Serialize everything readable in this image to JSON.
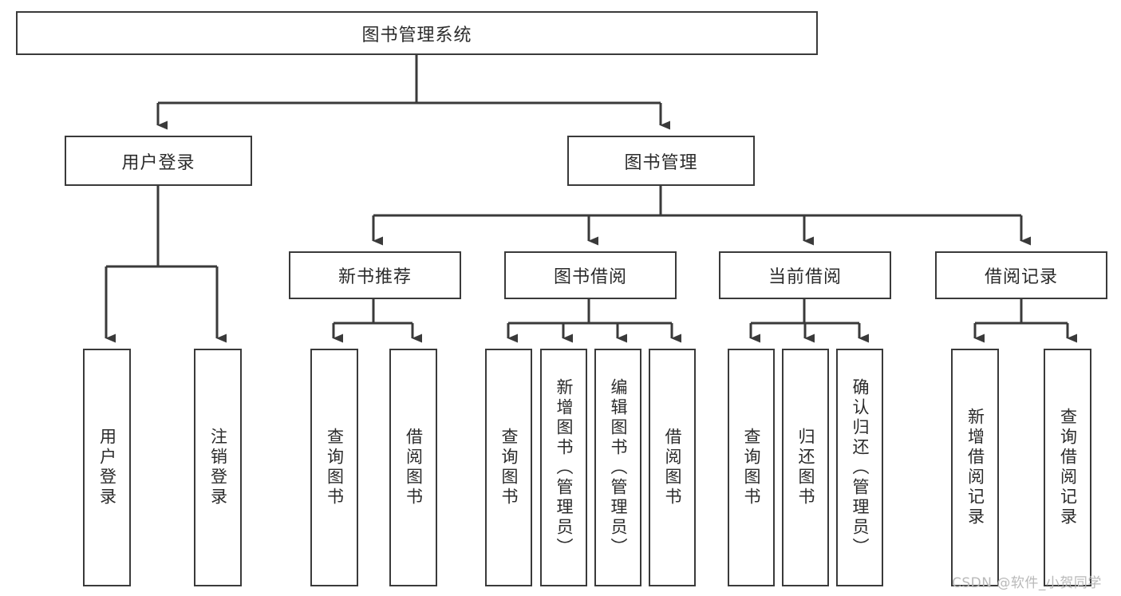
{
  "diagram": {
    "title": "图书管理系统",
    "type": "tree-hierarchy",
    "watermark": "CSDN @软件_小贺同学",
    "colors": {
      "box_border": "#3a3a3a",
      "box_fill": "#ffffff",
      "connector": "#3a3a3a",
      "text": "#2b2b2b",
      "watermark": "#b9b9b9"
    },
    "root": {
      "label": "图书管理系统"
    },
    "level2": [
      {
        "label": "用户登录"
      },
      {
        "label": "图书管理"
      }
    ],
    "level3": [
      {
        "label": "新书推荐"
      },
      {
        "label": "图书借阅"
      },
      {
        "label": "当前借阅"
      },
      {
        "label": "借阅记录"
      }
    ],
    "leaves": {
      "user_login": [
        {
          "label": "用户登录"
        },
        {
          "label": "注销登录"
        }
      ],
      "new_book_recommend": [
        {
          "label": "查询图书"
        },
        {
          "label": "借阅图书"
        }
      ],
      "book_borrow": [
        {
          "label": "查询图书"
        },
        {
          "label": "新增图书（管理员）"
        },
        {
          "label": "编辑图书（管理员）"
        },
        {
          "label": "借阅图书"
        }
      ],
      "current_borrow": [
        {
          "label": "查询图书"
        },
        {
          "label": "归还图书"
        },
        {
          "label": "确认归还（管理员）"
        }
      ],
      "borrow_record": [
        {
          "label": "新增借阅记录"
        },
        {
          "label": "查询借阅记录"
        }
      ]
    }
  }
}
